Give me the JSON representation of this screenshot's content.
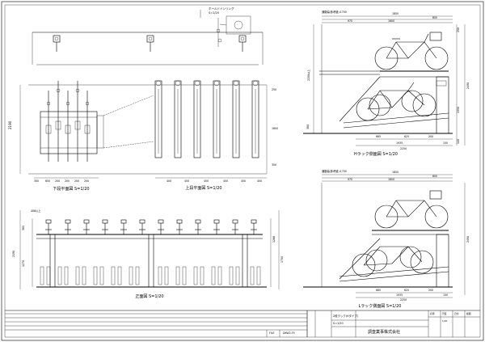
{
  "views": {
    "lower_plan": {
      "title": "下段平面図 S=1/20",
      "dims": [
        "300",
        "650",
        "200",
        "200",
        "200",
        "200"
      ]
    },
    "upper_plan": {
      "title": "上段平面図 S=1/20",
      "dims": [
        "400",
        "450",
        "450",
        "450",
        "450",
        "450",
        "408以上"
      ]
    },
    "front": {
      "title": "正面図 S=1/20",
      "left_dims": [
        "408以上",
        "385",
        "1270",
        "2190"
      ],
      "right_dims": [
        "1266",
        "1750"
      ]
    },
    "h_side": {
      "title": "Hラック側面図 S=1/20",
      "top_label": "通路幅(参考値):1700",
      "top_dims": [
        "1850",
        "970",
        "1600",
        "800"
      ],
      "right_dims": [
        "250",
        "2490",
        "1350",
        "140"
      ],
      "left_dims": [
        "2200以上",
        "380"
      ],
      "bottom_dims": [
        "665",
        "625",
        "200",
        "1935",
        "2250",
        "150"
      ]
    },
    "l_side": {
      "title": "Lラック側面図 S=1/20",
      "top_label": "通路幅(参考値):1700",
      "top_dims": [
        "1850",
        "970",
        "1600",
        "800"
      ],
      "right_dims": [
        "2490"
      ],
      "bottom_dims": [
        "685",
        "625",
        "200",
        "1935",
        "2250",
        "150"
      ]
    },
    "plan_left_dim": "2190",
    "plan_right_dims": [
      "250",
      "1600",
      "350"
    ]
  },
  "title_block": {
    "drawing_name": "2段ラック(Hタイプ)",
    "scale_label": "S=1/20",
    "company": "調査業事株式会社",
    "file_label": "FILE",
    "file_value": "DKW2-F5",
    "headers": [
      "名称",
      "尺度",
      "日付",
      "検図",
      "承認",
      "担当"
    ],
    "values": [
      "",
      "1/20",
      "",
      "",
      "",
      ""
    ]
  },
  "callout": {
    "lines": [
      "ホールドインリング",
      "S=1/20"
    ]
  }
}
